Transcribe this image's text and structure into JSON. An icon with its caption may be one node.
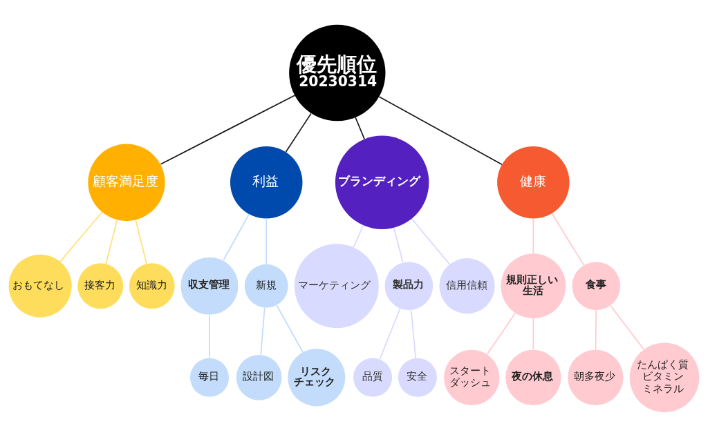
{
  "diagram": {
    "nodes": [
      {
        "text": [
          "優先順位",
          "20230314"
        ]
      },
      {
        "text": [
          "顧客満足度"
        ]
      },
      {
        "text": [
          "おもてなし"
        ]
      },
      {
        "text": [
          "接客力"
        ]
      },
      {
        "text": [
          "知識力"
        ]
      },
      {
        "text": [
          "利益"
        ]
      },
      {
        "text": [
          "収支管理"
        ]
      },
      {
        "text": [
          "毎日"
        ]
      },
      {
        "text": [
          "新規"
        ]
      },
      {
        "text": [
          "設計図"
        ]
      },
      {
        "text": [
          "リスクチェック"
        ]
      },
      {
        "text": [
          "ブランディング"
        ]
      },
      {
        "text": [
          "マーケティング"
        ]
      },
      {
        "text": [
          "製品力"
        ]
      },
      {
        "text": [
          "品質"
        ]
      },
      {
        "text": [
          "安全"
        ]
      },
      {
        "text": [
          "信用信頼"
        ]
      },
      {
        "text": [
          "健康"
        ]
      },
      {
        "text": [
          "規則正しい生活"
        ]
      },
      {
        "text": [
          "スタートダッシュ"
        ]
      },
      {
        "text": [
          "夜の休息"
        ]
      },
      {
        "text": [
          "食事"
        ]
      },
      {
        "text": [
          "朝多夜少"
        ]
      },
      {
        "text": [
          "たんぱく質ビタミンミネラル"
        ]
      }
    ],
    "edges": [
      {
        "from": 0,
        "to": 1,
        "arrow": "none",
        "color": "#1a1a1a"
      },
      {
        "from": 1,
        "to": 2,
        "arrow": "none",
        "color": "#ffe07a"
      },
      {
        "from": 1,
        "to": 3,
        "arrow": "none",
        "color": "#ffe07a"
      },
      {
        "from": 1,
        "to": 4,
        "arrow": "none",
        "color": "#ffe07a"
      },
      {
        "from": 0,
        "to": 5,
        "arrow": "none",
        "color": "#1a1a1a"
      },
      {
        "from": 5,
        "to": 6,
        "arrow": "none",
        "color": "#c3dcfb"
      },
      {
        "from": 6,
        "to": 7,
        "arrow": "none",
        "color": "#c3dcfb"
      },
      {
        "from": 5,
        "to": 8,
        "arrow": "none",
        "color": "#c3dcfb"
      },
      {
        "from": 8,
        "to": 9,
        "arrow": "none",
        "color": "#c3dcfb"
      },
      {
        "from": 8,
        "to": 10,
        "arrow": "none",
        "color": "#c3dcfb"
      },
      {
        "from": 0,
        "to": 11,
        "arrow": "none",
        "color": "#1a1a1a"
      },
      {
        "from": 11,
        "to": 12,
        "arrow": "none",
        "color": "#d8daff"
      },
      {
        "from": 11,
        "to": 13,
        "arrow": "none",
        "color": "#d8daff"
      },
      {
        "from": 13,
        "to": 14,
        "arrow": "none",
        "color": "#d8daff"
      },
      {
        "from": 13,
        "to": 15,
        "arrow": "none",
        "color": "#d8daff"
      },
      {
        "from": 11,
        "to": 16,
        "arrow": "none",
        "color": "#d8daff"
      },
      {
        "from": 0,
        "to": 17,
        "arrow": "none",
        "color": "#1a1a1a"
      },
      {
        "from": 17,
        "to": 18,
        "arrow": "none",
        "color": "#ffcad0"
      },
      {
        "from": 18,
        "to": 19,
        "arrow": "none",
        "color": "#ffcad0"
      },
      {
        "from": 18,
        "to": 20,
        "arrow": "none",
        "color": "#ffcad0"
      },
      {
        "from": 17,
        "to": 21,
        "arrow": "none",
        "color": "#ffcad0"
      },
      {
        "from": 21,
        "to": 22,
        "arrow": "none",
        "color": "#ffcad0"
      },
      {
        "from": 21,
        "to": 23,
        "arrow": "none",
        "color": "#ffcad0"
      }
    ]
  }
}
